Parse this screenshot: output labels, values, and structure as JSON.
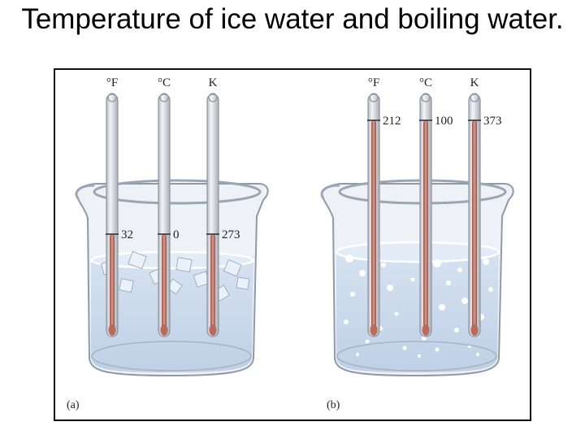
{
  "title": "Temperature of ice water and boiling water.",
  "panels": [
    {
      "label": "(a)",
      "contents": "ice-water",
      "thermometers": [
        {
          "unit": "°F",
          "reading": "32"
        },
        {
          "unit": "°C",
          "reading": "0"
        },
        {
          "unit": "K",
          "reading": "273"
        }
      ]
    },
    {
      "label": "(b)",
      "contents": "boiling-water",
      "thermometers": [
        {
          "unit": "°F",
          "reading": "212"
        },
        {
          "unit": "°C",
          "reading": "100"
        },
        {
          "unit": "K",
          "reading": "373"
        }
      ]
    }
  ],
  "colors": {
    "water": "#c9d8ea",
    "glass_outline": "#8e9aa8",
    "mercury": "#b86a5c",
    "thermometer_glass": "#e4e6ea"
  }
}
